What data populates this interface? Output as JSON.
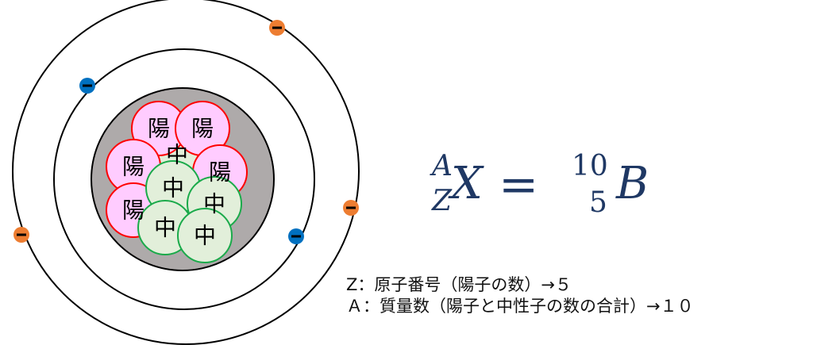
{
  "atom": {
    "proton_label": "陽",
    "neutron_label": "中",
    "electron_label": "−",
    "protons": 5,
    "neutrons": 5,
    "electrons_inner_orbit": 2,
    "electrons_outer_orbit": 3,
    "colors": {
      "proton_fill": "#ffccff",
      "proton_stroke": "#ff0000",
      "neutron_fill": "#e2efda",
      "neutron_stroke": "#1aaa4a",
      "nucleus": "#aeaaaa",
      "electron_inner": "#0070c0",
      "electron_outer": "#ed7d31"
    }
  },
  "formula": {
    "general_mass": "A",
    "general_atomic": "Z",
    "general_symbol": "X",
    "equals": "=",
    "mass_number": "10",
    "atomic_number": "5",
    "symbol": "B",
    "color": "#1f3864"
  },
  "legend": [
    "Z：原子番号（陽子の数）→５",
    "Ａ：質量数（陽子と中性子の数の合計）→１０"
  ]
}
